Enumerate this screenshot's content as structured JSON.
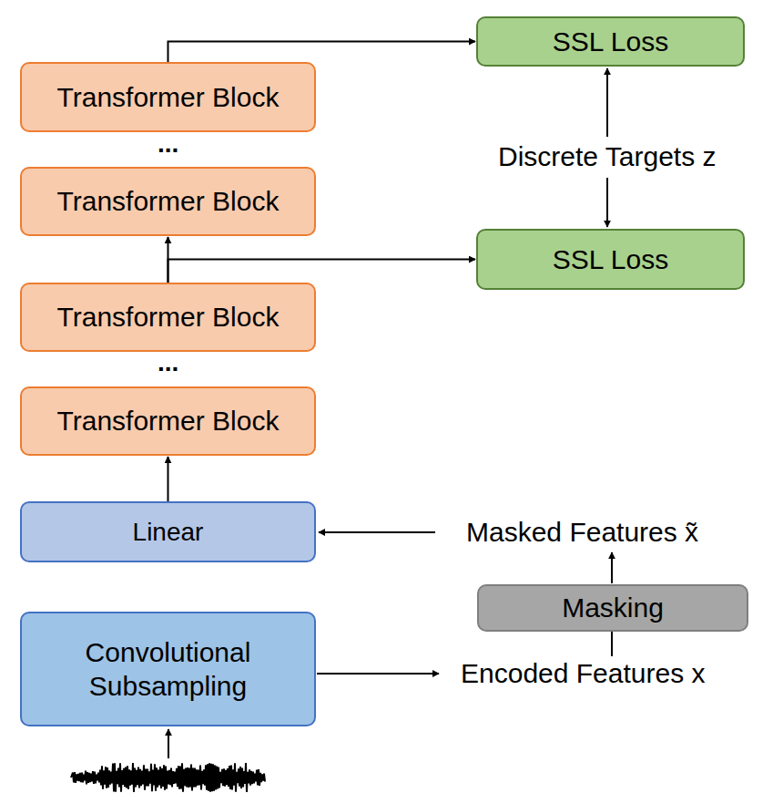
{
  "diagram": {
    "nodes": [
      {
        "text": [
          "Transformer Block"
        ]
      },
      {
        "text": [
          "SSL Loss"
        ]
      },
      {
        "text": [
          "Transformer Block"
        ]
      },
      {
        "text": [
          "SSL Loss"
        ]
      },
      {
        "text": [
          "Transformer Block"
        ]
      },
      {
        "text": [
          "Transformer Block"
        ]
      },
      {
        "text": [
          "Linear"
        ]
      },
      {
        "text": [
          "Masking"
        ]
      },
      {
        "text": [
          "Convolutional Subsampling"
        ]
      }
    ],
    "edges": [
      {
        "from": 0,
        "to": 1,
        "arrow": "to"
      },
      {
        "from": 4,
        "to": 2,
        "arrow": "to"
      },
      {
        "from": 4,
        "to": 3,
        "arrow": "to"
      },
      {
        "from": 6,
        "to": 5,
        "arrow": "to"
      }
    ],
    "labels": [
      "...",
      "...",
      "Discrete Targets z",
      "Masked Features x̃",
      "Encoded Features x"
    ]
  }
}
